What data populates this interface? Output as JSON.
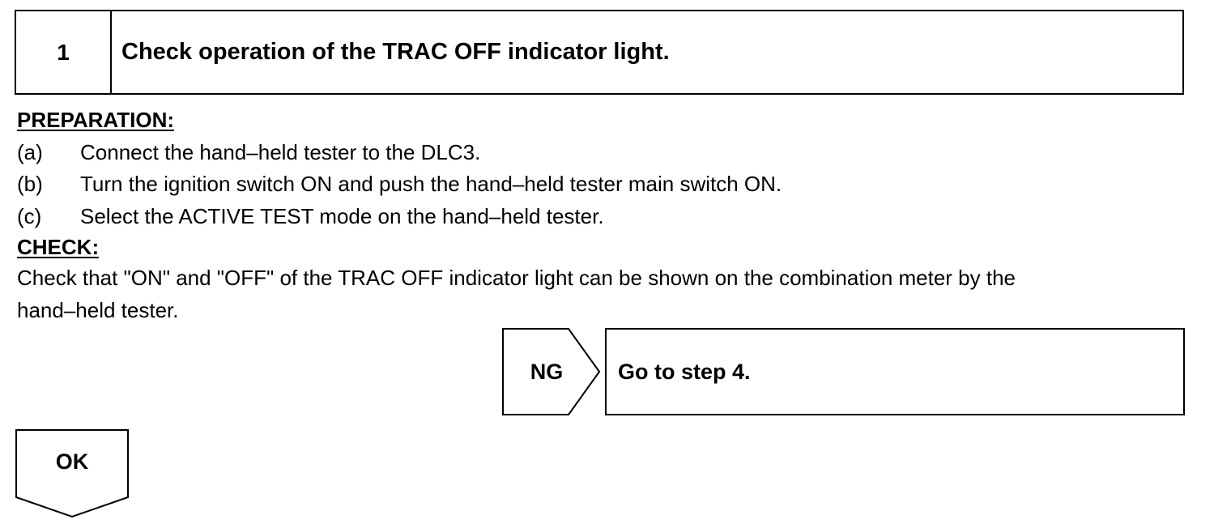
{
  "step": {
    "number": "1",
    "title": "Check operation of the TRAC OFF indicator light."
  },
  "preparation": {
    "heading": "PREPARATION:",
    "items": [
      {
        "marker": "(a)",
        "text": "Connect the hand–held tester to the DLC3."
      },
      {
        "marker": "(b)",
        "text": "Turn the ignition switch ON and push the hand–held tester main switch ON."
      },
      {
        "marker": "(c)",
        "text": "Select the ACTIVE TEST mode on the hand–held tester."
      }
    ]
  },
  "check": {
    "heading": "CHECK:",
    "line1": "Check that \"ON\" and \"OFF\" of the TRAC OFF indicator light can be shown on the combination meter by the",
    "line2": "hand–held tester."
  },
  "ng_branch": {
    "label": "NG",
    "result": "Go to step 4."
  },
  "ok_branch": {
    "label": "OK"
  }
}
